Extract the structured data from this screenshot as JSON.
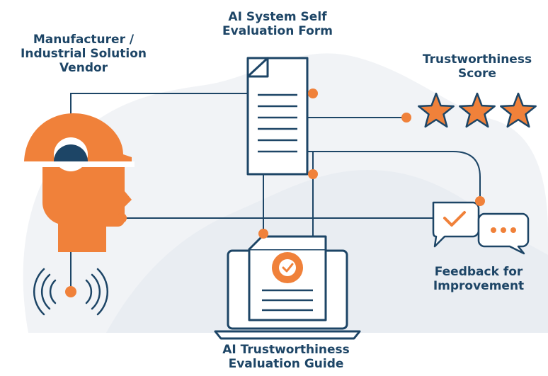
{
  "labels": {
    "manufacturer": [
      "Manufacturer /",
      "Industrial Solution",
      "Vendor"
    ],
    "self_eval": [
      "AI System Self",
      "Evaluation Form"
    ],
    "trust_score": [
      "Trustworthiness",
      "Score"
    ],
    "feedback": [
      "Feedback for",
      "Improvement"
    ],
    "guide": [
      "AI Trustworthiness",
      "Evaluation Guide"
    ]
  },
  "trust_score_stars": 3,
  "colors": {
    "navy": "#1d4566",
    "orange": "#f0813a",
    "background_shape": "#f1f3f6"
  },
  "icons": [
    "worker-head-icon",
    "gear-icon",
    "signal-icon",
    "document-icon",
    "star-icon",
    "laptop-icon",
    "chat-check-icon",
    "chat-dots-icon"
  ]
}
